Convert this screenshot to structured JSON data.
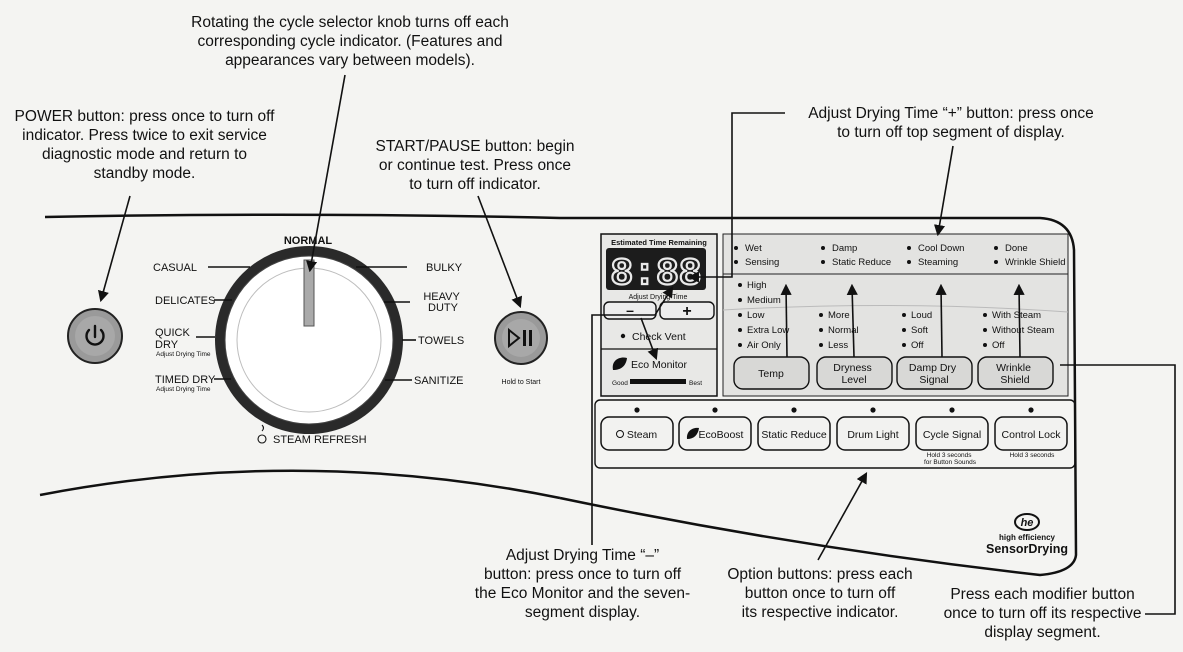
{
  "callouts": {
    "knob": [
      "Rotating the cycle selector knob turns off each",
      "corresponding cycle indicator. (Features and",
      "appearances vary between models)."
    ],
    "power": [
      "POWER button: press once to turn off",
      "indicator. Press twice to exit service",
      "diagnostic mode and return to",
      "standby mode."
    ],
    "start": [
      "START/PAUSE button: begin",
      "or continue test. Press once",
      "to turn off indicator."
    ],
    "plus": [
      "Adjust Drying Time “+” button: press once",
      "to turn off top segment of display."
    ],
    "minus": [
      "Adjust Drying Time “–”",
      "button: press once to turn off",
      "the Eco Monitor and the seven-",
      "segment display."
    ],
    "options": [
      "Option buttons: press each",
      "button once to turn off",
      "its respective indicator."
    ],
    "modifiers": [
      "Press each modifier button",
      "once to turn off its respective",
      "display segment."
    ]
  },
  "cycles": {
    "normal": "NORMAL",
    "casual": "CASUAL",
    "delicates": "DELICATES",
    "quick_dry": [
      "QUICK",
      "DRY"
    ],
    "quick_dry_sub": "Adjust Drying Time",
    "timed_dry": "TIMED DRY",
    "timed_dry_sub": "Adjust Drying Time",
    "bulky": "BULKY",
    "heavy_duty": [
      "HEAVY",
      "DUTY"
    ],
    "towels": "TOWELS",
    "sanitize": "SANITIZE",
    "steam_refresh": "STEAM REFRESH"
  },
  "start_hint": "Hold to Start",
  "display": {
    "header": "Estimated Time Remaining",
    "digits": "8:88",
    "caption": "Adjust Drying Time",
    "minus": "–",
    "plus": "+",
    "check_vent": "Check Vent",
    "eco_monitor": "Eco Monitor",
    "good": "Good",
    "best": "Best"
  },
  "status_indicators": [
    "Wet",
    "Sensing",
    "Damp",
    "Static Reduce",
    "Cool Down",
    "Steaming",
    "Done",
    "Wrinkle Shield"
  ],
  "modifier_levels": {
    "temp": [
      "High",
      "Medium",
      "Low",
      "Extra Low",
      "Air Only"
    ],
    "dryness": [
      "More",
      "Normal",
      "Less"
    ],
    "signal": [
      "Loud",
      "Soft",
      "Off"
    ],
    "wrinkle": [
      "With Steam",
      "Without Steam",
      "Off"
    ]
  },
  "modifier_buttons": [
    [
      "Temp"
    ],
    [
      "Dryness",
      "Level"
    ],
    [
      "Damp Dry",
      "Signal"
    ],
    [
      "Wrinkle",
      "Shield"
    ]
  ],
  "option_buttons": [
    "Steam",
    "EcoBoost",
    "Static Reduce",
    "Drum Light",
    "Cycle Signal",
    "Control Lock"
  ],
  "option_notes": {
    "cycle_signal": [
      "Hold 3 seconds",
      "for Button Sounds"
    ],
    "control_lock": "Hold 3 seconds"
  },
  "brand": {
    "badge": "he",
    "line1": "high efficiency",
    "line2": "SensorDrying"
  }
}
